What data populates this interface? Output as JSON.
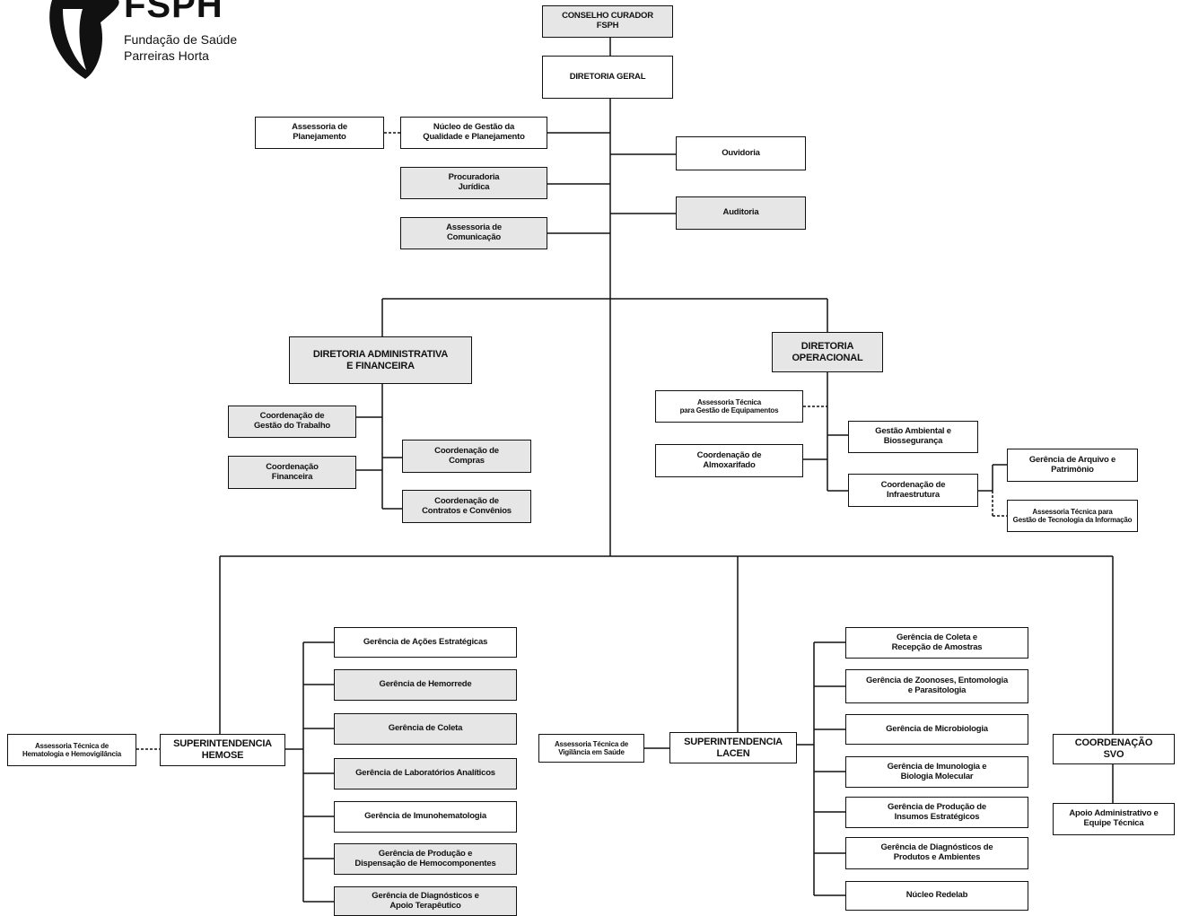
{
  "logo": {
    "wordmark": "FSPH",
    "line1": "Fundação de Saúde",
    "line2": "Parreiras Horta"
  },
  "nodes": {
    "conselho": "CONSELHO CURADOR\nFSPH",
    "diretoria_geral": "DIRETORIA GERAL",
    "assessoria_planejamento": "Assessoria de\nPlanejamento",
    "nucleo_gestao": "Núcleo de Gestão da\nQualidade e Planejamento",
    "procuradoria": "Procuradoria\nJurídica",
    "assessoria_comunicacao": "Assessoria de\nComunicação",
    "ouvidoria": "Ouvidoria",
    "auditoria": "Auditoria",
    "diretoria_adm": "DIRETORIA ADMINISTRATIVA\nE FINANCEIRA",
    "coord_gestao_trabalho": "Coordenação de\nGestão do Trabalho",
    "coord_financeira": "Coordenação\nFinanceira",
    "coord_compras": "Coordenação de\nCompras",
    "coord_contratos": "Coordenação de\nContratos e Convênios",
    "diretoria_operacional": "DIRETORIA\nOPERACIONAL",
    "assessoria_equipamentos": "Assessoria Técnica\npara Gestão de Equipamentos",
    "gestao_ambiental": "Gestão Ambiental e\nBiossegurança",
    "coord_almoxarifado": "Coordenação de\nAlmoxarifado",
    "coord_infraestrutura": "Coordenação de\nInfraestrutura",
    "gerencia_arquivo": "Gerência de Arquivo e\nPatrimônio",
    "assessoria_ti": "Assessoria Técnica para\nGestão de Tecnologia da Informação",
    "assessoria_hematologia": "Assessoria Técnica de\nHematologia e Hemovigilância",
    "superintendencia_hemose": "SUPERINTENDENCIA\nHEMOSE",
    "ger_acoes_estrategicas": "Gerência de Ações Estratégicas",
    "ger_hemorrede": "Gerência de Hemorrede",
    "ger_coleta": "Gerência de Coleta",
    "ger_laboratorios": "Gerência de Laboratórios Analíticos",
    "ger_imunohematologia": "Gerência de Imunohematologia",
    "ger_producao_hemocomponentes": "Gerência de Produção e\nDispensação de Hemocomponentes",
    "ger_diagnosticos_apoio": "Gerência de Diagnósticos e\nApoio Terapêutico",
    "assessoria_vigilancia": "Assessoria Técnica de\nVigilância em Saúde",
    "superintendencia_lacen": "SUPERINTENDENCIA\nLACEN",
    "ger_coleta_amostras": "Gerência de Coleta e\nRecepção de Amostras",
    "ger_zoonoses": "Gerência de Zoonoses, Entomologia\ne Parasitologia",
    "ger_microbiologia": "Gerência de Microbiologia",
    "ger_imunologia": "Gerência de Imunologia e\nBiologia Molecular",
    "ger_insumos": "Gerência de Produção de\nInsumos Estratégicos",
    "ger_diag_produtos": "Gerência de Diagnósticos de\nProdutos e Ambientes",
    "nucleo_redelab": "Núcleo Redelab",
    "coordenacao_svo": "COORDENAÇÃO\nSVO",
    "apoio_administrativo": "Apoio Administrativo e\nEquipe Técnica"
  }
}
